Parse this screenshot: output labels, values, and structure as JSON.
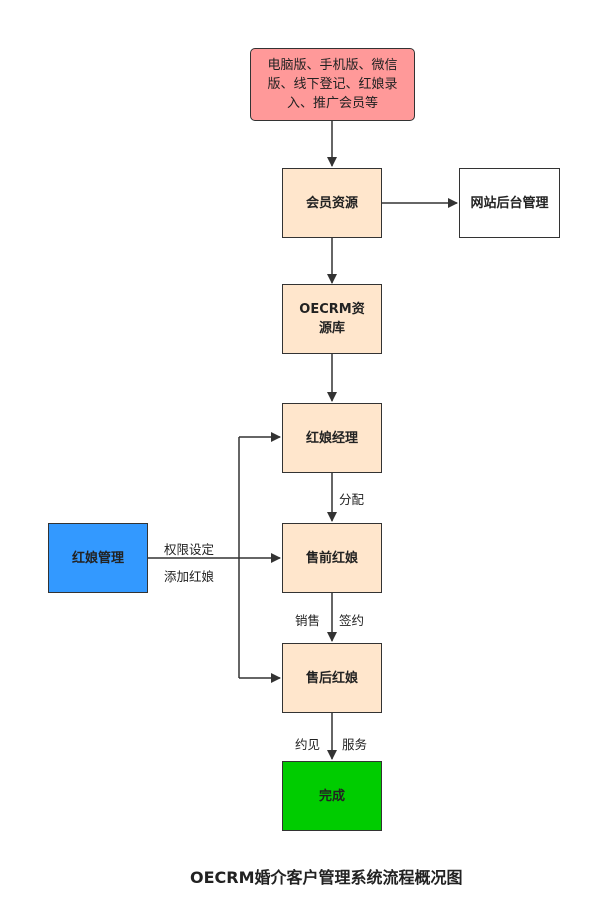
{
  "nodes": {
    "source": "电脑版、手机版、微信版、线下登记、红娘录入、推广会员等",
    "member": "会员资源",
    "backend": "网站后台管理",
    "library": "OECRM资源库",
    "manager": "红娘经理",
    "admin": "红娘管理",
    "presale": "售前红娘",
    "aftersale": "售后红娘",
    "done": "完成"
  },
  "edge_labels": {
    "assign": "分配",
    "permission": "权限设定",
    "add": "添加红娘",
    "sales": "销售",
    "sign": "签约",
    "meet": "约见",
    "service": "服务"
  },
  "title": "OECRM婚介客户管理系统流程概况图",
  "colors": {
    "source_fill": "#ff9999",
    "member_fill": "#ffe6cc",
    "admin_fill": "#3399ff",
    "done_fill": "#00cc00",
    "stroke": "#333333"
  }
}
